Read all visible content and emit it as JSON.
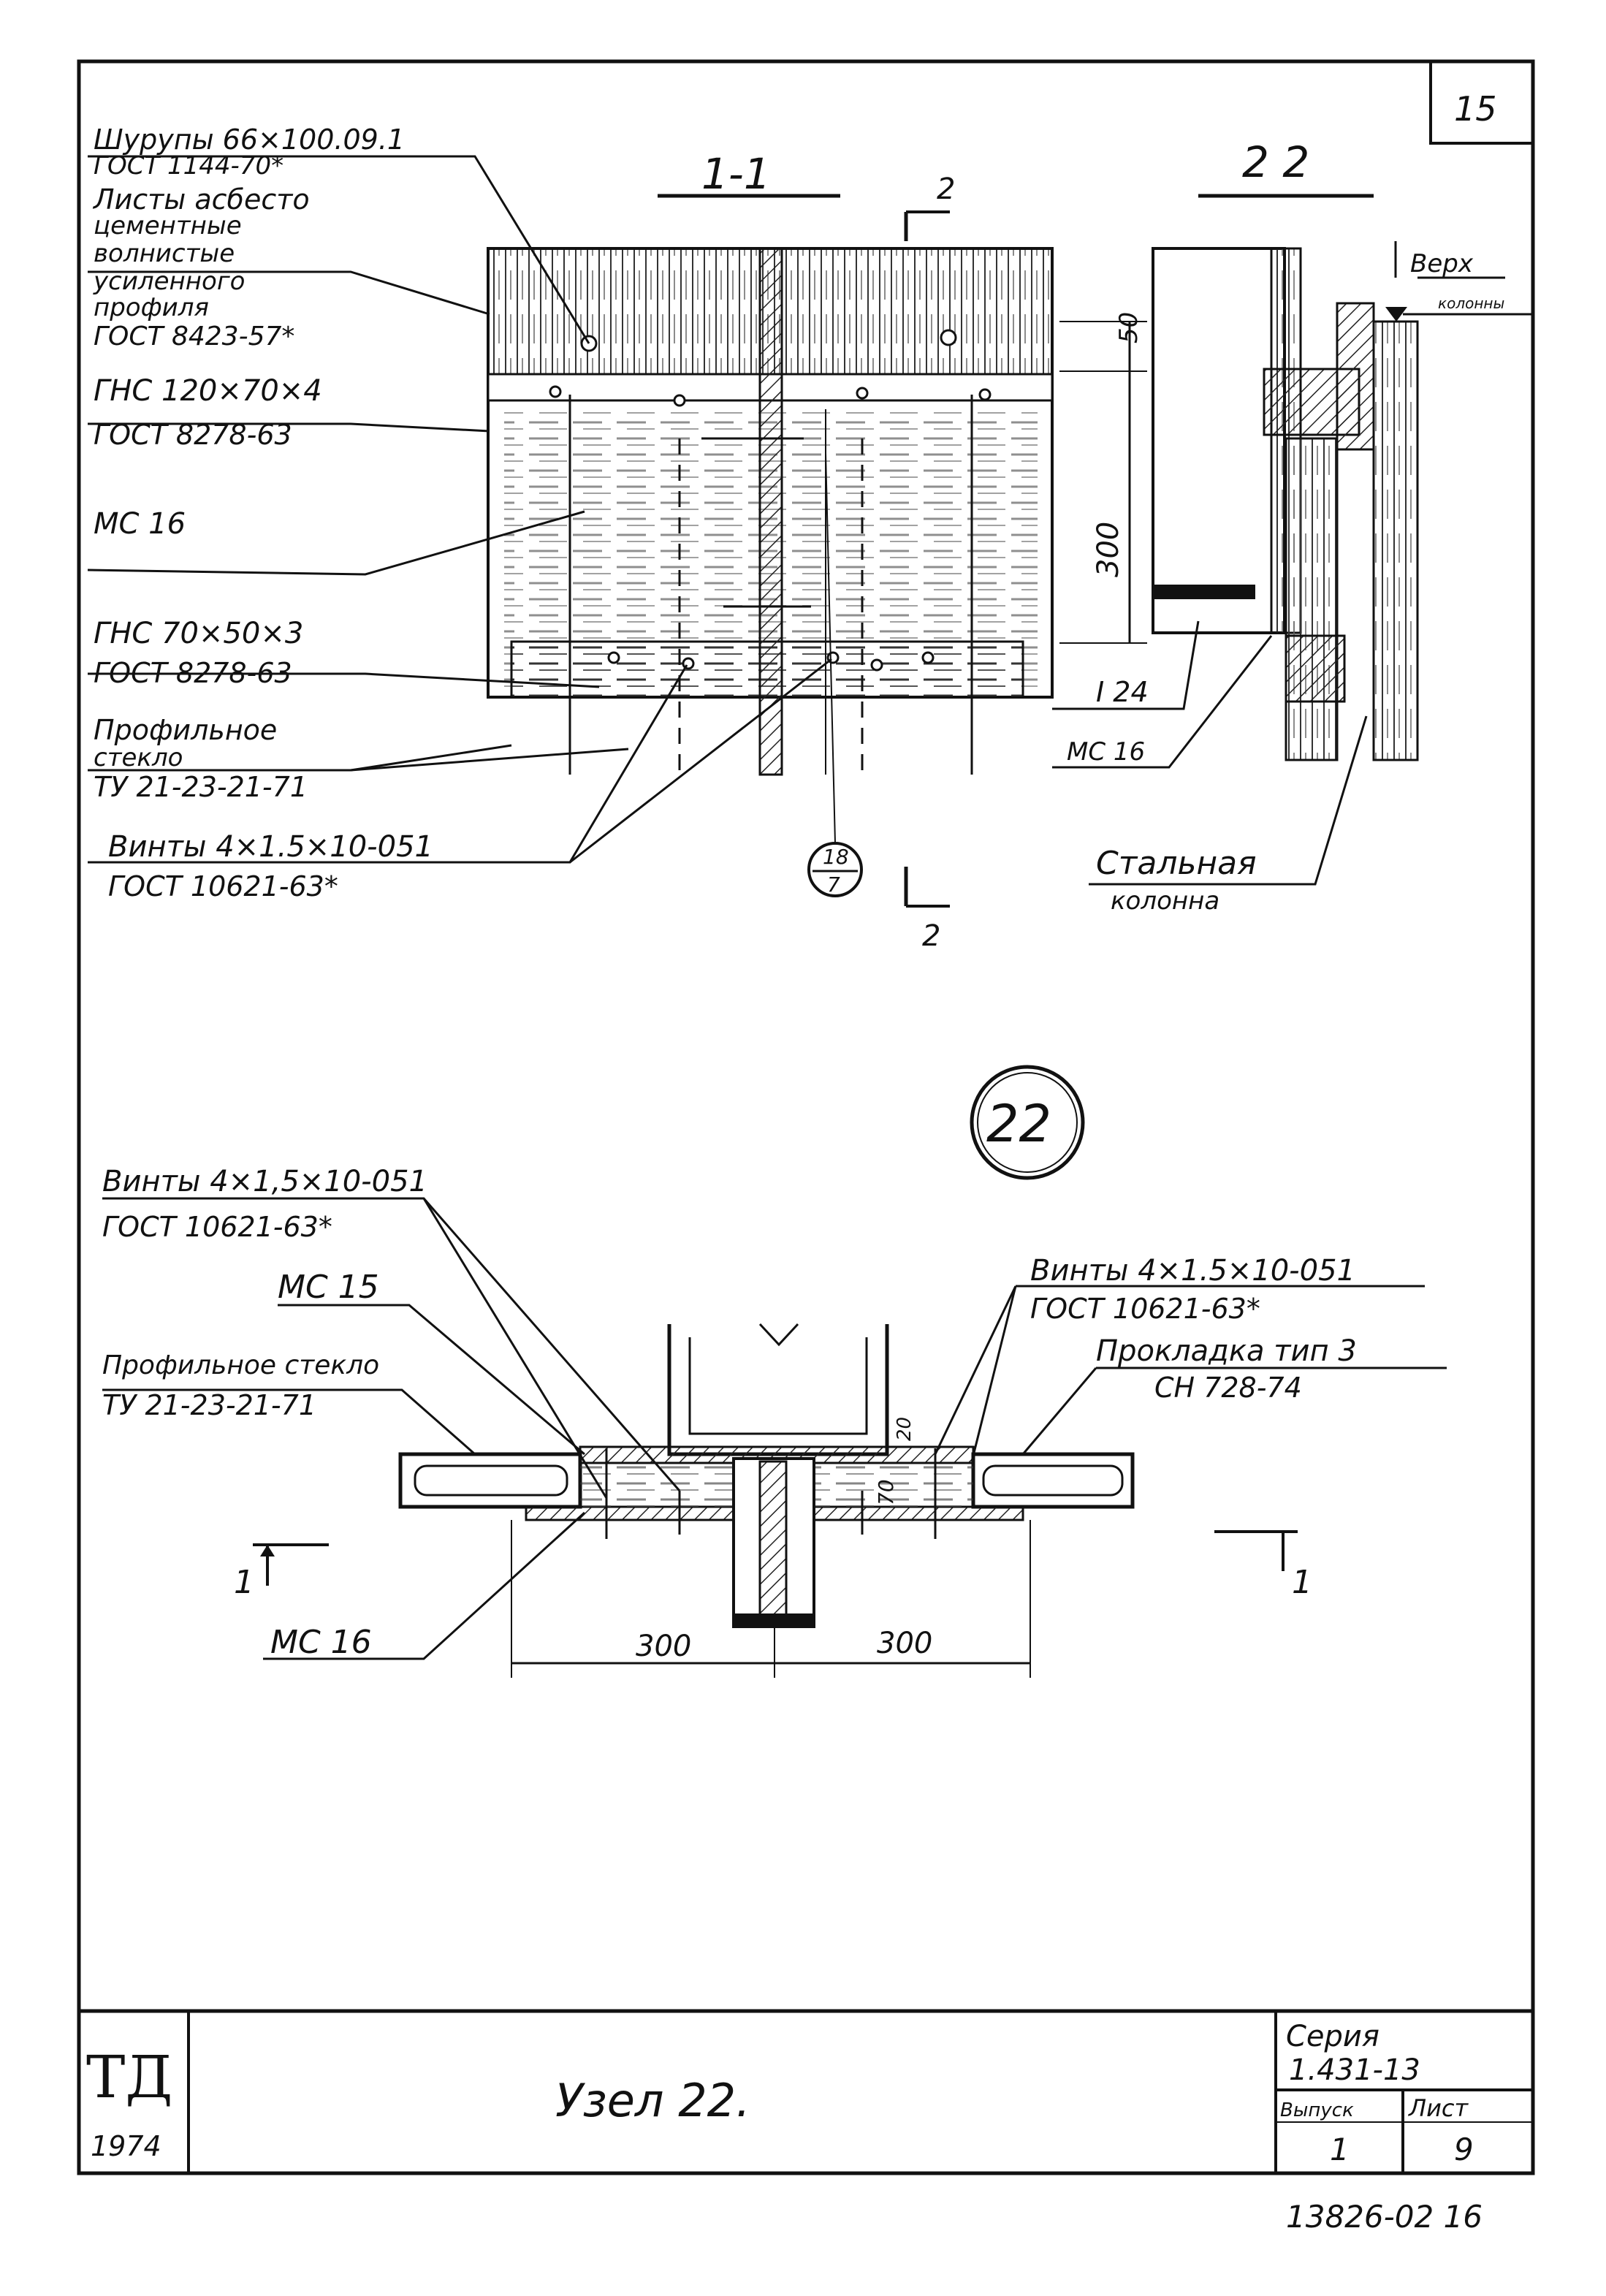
{
  "sheet": {
    "page_number": "15",
    "footer_code": "13826-02 16"
  },
  "section_1": {
    "title": "1-1",
    "labels": {
      "screws_1": "Шурупы 66×100.09.1",
      "screws_1_std": "ГОСТ 1144-70*",
      "sheets_1": "Листы асбесто",
      "sheets_2": "цементные",
      "sheets_3": "волнистые",
      "sheets_4": "усиленного",
      "sheets_5": "профиля",
      "sheets_std": "ГОСТ 8423-57*",
      "gns": "ГНС 120×70×4",
      "gns_std": "ГОСТ 8278-63",
      "ms16": "МС 16",
      "gns2": "ГНС 70×50×3",
      "gns2_std": "ГОСТ 8278-63",
      "glass_1": "Профильное",
      "glass_2": "стекло",
      "glass_std": "ТУ 21-23-21-71",
      "bolts": "Винты 4×1.5×10-051",
      "bolts_std": "ГОСТ 10621-63*",
      "dim_50": "50",
      "dim_300": "300",
      "ref_top": "18",
      "ref_bottom": "7",
      "cut_2": "2"
    }
  },
  "section_2": {
    "title": "2  2",
    "labels": {
      "top": "Верх",
      "top_2": "колонны",
      "i24": "I 24",
      "ms16": "МС 16",
      "column_1": "Стальная",
      "column_2": "колонна"
    }
  },
  "node": {
    "number": "22",
    "labels": {
      "bolts_left": "Винты 4×1,5×10-051",
      "bolts_left_std": "ГОСТ 10621-63*",
      "ms15": "МС 15",
      "glass": "Профильное стекло",
      "glass_std": "ТУ 21-23-21-71",
      "bolts_right": "Винты 4×1.5×10-051",
      "bolts_right_std": "ГОСТ 10621-63*",
      "gasket": "Прокладка тип 3",
      "gasket_std": "СН 728-74",
      "ms16": "МС 16",
      "dim_300_left": "300",
      "dim_300_right": "300",
      "dim_20": "20",
      "dim_70": "70",
      "cut_left": "1",
      "cut_right": "1"
    }
  },
  "title_block": {
    "logo": "ТД",
    "year": "1974",
    "title": "Узел 22.",
    "series_label": "Серия",
    "series_value": "1.431-13",
    "issue_label": "Выпуск",
    "issue_value": "1",
    "sheet_label": "Лист",
    "sheet_value": "9"
  }
}
